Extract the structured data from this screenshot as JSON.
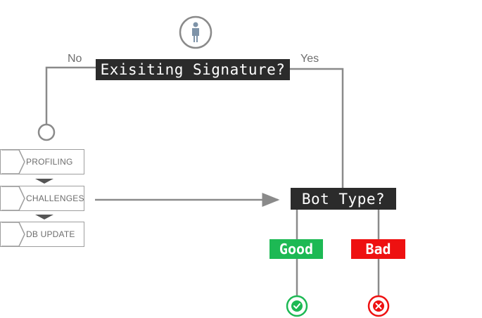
{
  "decision_main": {
    "text": "Exisiting Signature?"
  },
  "branch_no": "No",
  "branch_yes": "Yes",
  "steps": [
    "PROFILING",
    "CHALLENGES",
    "DB UPDATE"
  ],
  "decision_bot": {
    "text": "Bot Type?"
  },
  "outcomes": {
    "good": {
      "label": "Good",
      "color": "#1db954",
      "icon": "check-icon"
    },
    "bad": {
      "label": "Bad",
      "color": "#ee1111",
      "icon": "x-icon"
    }
  },
  "colors": {
    "box": "#2b2b2b",
    "line": "#8a8a8a",
    "step_border": "#9e9e9e"
  }
}
